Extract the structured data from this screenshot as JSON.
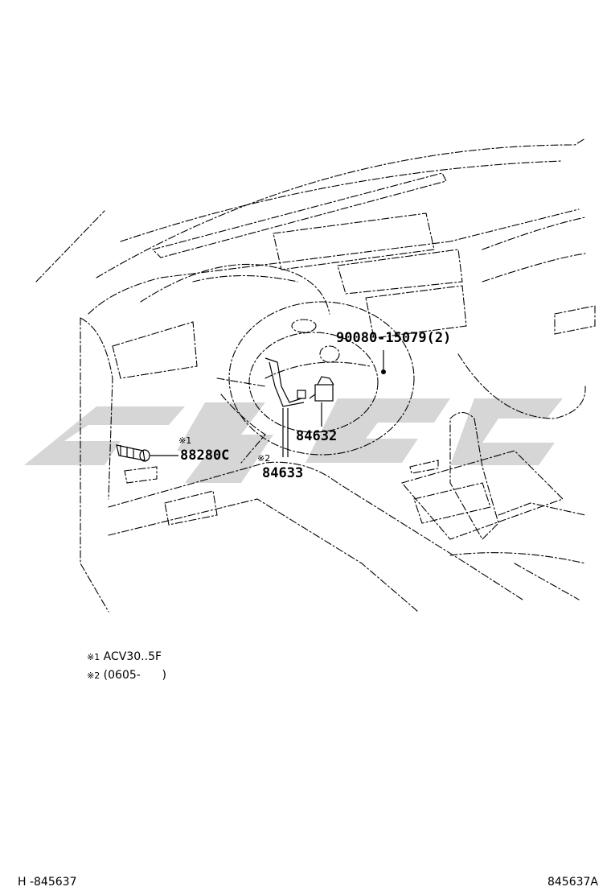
{
  "parts": [
    {
      "number": "90080-15079(2)"
    },
    {
      "number": "84632"
    },
    {
      "number": "84633",
      "mark": "※2"
    },
    {
      "number": "88280C",
      "mark": "※1"
    }
  ],
  "notes": [
    {
      "mark": "※1",
      "text": "ACV30..5F"
    },
    {
      "mark": "※2",
      "text": "(0605-      )"
    }
  ],
  "footer": {
    "left": "H -845637",
    "right": "845637A"
  },
  "colors": {
    "watermark": "#cfcfcf",
    "ink": "#000000"
  }
}
